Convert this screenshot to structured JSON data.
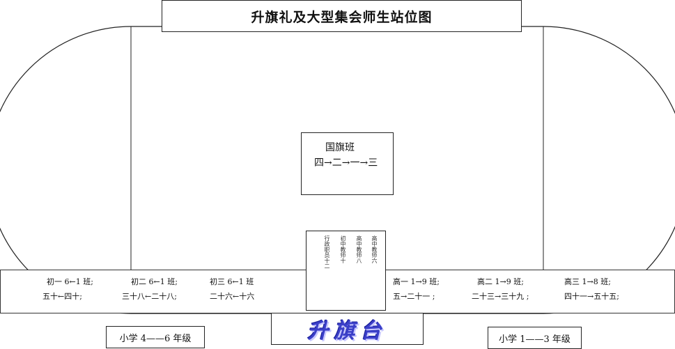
{
  "title": "升旗礼及大型集会师生站位图",
  "flag_team": {
    "label": "国旗班",
    "sequence": "四→二→一→三"
  },
  "center_columns": [
    {
      "text": "行政职员十二"
    },
    {
      "text": "初中教师十"
    },
    {
      "text": "高中教师八"
    },
    {
      "text": "高中教师六"
    }
  ],
  "left_classes": [
    {
      "line1": "初一 6←1 班;",
      "line2": "五十←四十;"
    },
    {
      "line1": "初二 6←1 班;",
      "line2": "三十八←二十八;"
    },
    {
      "line1": "初三 6←1 班",
      "line2": "二十六←十六"
    }
  ],
  "right_classes": [
    {
      "line1": "高一 1→9 班;",
      "line2": "五→二十一 ;"
    },
    {
      "line1": "高二 1→9 班;",
      "line2": "二十三→三十九 ;"
    },
    {
      "line1": "高三 1→8 班;",
      "line2": "四十一→五十五;"
    }
  ],
  "stage": "升旗台",
  "grade_left": "小学 4——6 年级",
  "grade_right": "小学 1——3 年级"
}
